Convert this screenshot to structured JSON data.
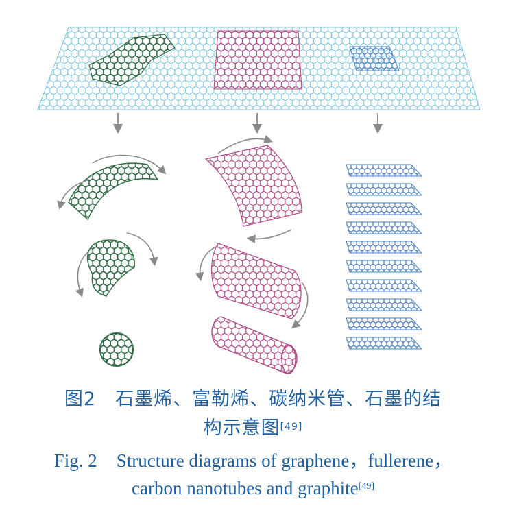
{
  "caption": {
    "cn_label": "图2",
    "cn_text_line1": "石墨烯、富勒烯、碳纳米管、石墨的结",
    "cn_text_line2": "构示意图",
    "en_label": "Fig. 2",
    "en_text_line1": "Structure diagrams of graphene，fullerene，",
    "en_text_line2": "carbon nanotubes and graphite",
    "ref": "[49]"
  },
  "colors": {
    "graphene": "#7cc6df",
    "fullerene": "#2f6b45",
    "nanotube": "#b04a86",
    "graphite": "#4a7fc4",
    "arrow": "#8a8a8a",
    "caption": "#1f5f9e"
  },
  "panels": {
    "sheet": "graphene",
    "left_column": "fullerene",
    "middle_column": "nanotube",
    "right_column": "graphite"
  }
}
